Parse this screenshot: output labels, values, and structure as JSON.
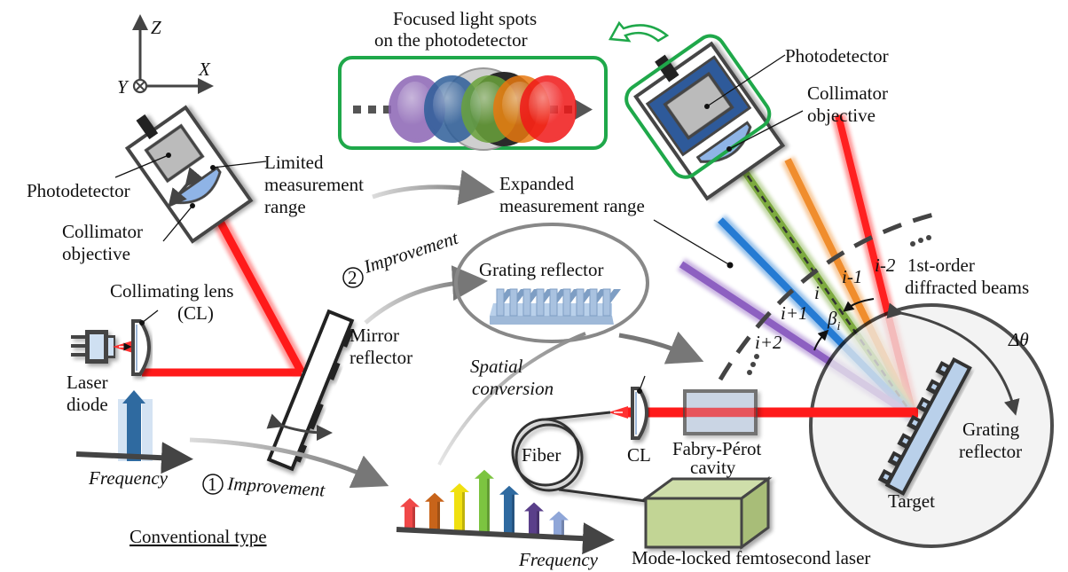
{
  "axes": {
    "z": "Z",
    "x": "X",
    "y": "Y"
  },
  "conventional": {
    "photodetector": "Photodetector",
    "limited_range": [
      "Limited",
      "measurement",
      "range"
    ],
    "collimator": [
      "Collimator",
      "objective"
    ],
    "collimating_lens": [
      "Collimating lens",
      "(CL)"
    ],
    "laser_diode": [
      "Laser",
      "diode"
    ],
    "mirror": [
      "Mirror",
      "reflector"
    ],
    "frequency": "Frequency",
    "title": "Conventional type"
  },
  "improvements": {
    "one": {
      "num": "1",
      "label": "Improvement"
    },
    "two": {
      "num": "2",
      "label": "Improvement"
    },
    "spatial": [
      "Spatial",
      "conversion"
    ]
  },
  "spots": {
    "title": [
      "Focused light spots",
      "on the photodetector"
    ],
    "colors": [
      "#8b64b4",
      "#2f5f9a",
      "#6aa23b",
      "#e8780f",
      "#f01818"
    ]
  },
  "proposed": {
    "expanded_range": [
      "Expanded",
      "measurement range"
    ],
    "photodetector": "Photodetector",
    "collimator": [
      "Collimator",
      "objective"
    ],
    "grating_reflector_inset": "Grating reflector",
    "beams_label": [
      "1st-order",
      "diffracted beams"
    ],
    "orders": [
      "i-2",
      "i-1",
      "i",
      "i+1",
      "i+2"
    ],
    "beta": "β",
    "beta_sub": "i",
    "delta_theta": "Δθ",
    "grating_reflector": [
      "Grating",
      "reflector"
    ],
    "target": "Target",
    "fiber": "Fiber",
    "cl": "CL",
    "fabry_perot": [
      "Fabry-Pérot",
      "cavity"
    ],
    "femto_laser": "Mode-locked femtosecond laser",
    "frequency": "Frequency",
    "comb_colors": [
      "#f04848",
      "#c8641a",
      "#f0e010",
      "#7cc440",
      "#2f6aa0",
      "#5a3f8a",
      "#8fa6d8"
    ],
    "comb_heights": [
      0.45,
      0.55,
      0.72,
      0.95,
      0.72,
      0.48,
      0.36
    ]
  },
  "beam_colors": {
    "laser": "#ff1a1a",
    "green": "#7aa83a",
    "orange": "#f08a28",
    "red": "#ff1a1a",
    "blue": "#1f78d2",
    "purple": "#8a5cc0",
    "frame_green": "#1fa84a"
  }
}
